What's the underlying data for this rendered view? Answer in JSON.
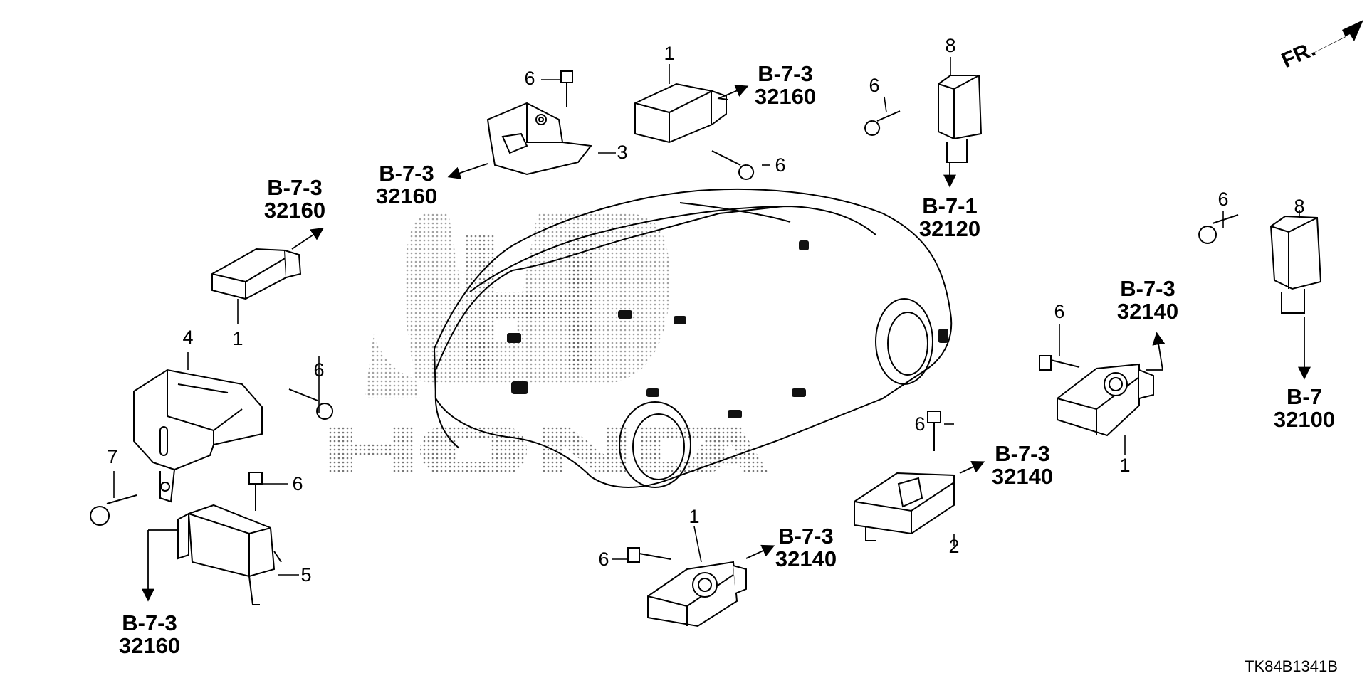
{
  "diagram": {
    "code": "TK84B1341B",
    "direction_label": "FR.",
    "watermark": "HONDA",
    "callouts": [
      {
        "ref": "B-7-3",
        "part": "32160"
      },
      {
        "ref": "B-7-3",
        "part": "32160"
      },
      {
        "ref": "B-7-3",
        "part": "32160"
      },
      {
        "ref": "B-7-3",
        "part": "32160"
      },
      {
        "ref": "B-7-1",
        "part": "32120"
      },
      {
        "ref": "B-7-3",
        "part": "32140"
      },
      {
        "ref": "B-7",
        "part": "32100"
      },
      {
        "ref": "B-7-3",
        "part": "32140"
      },
      {
        "ref": "B-7-3",
        "part": "32140"
      }
    ],
    "part_numbers": [
      "1",
      "6",
      "3",
      "8",
      "6",
      "6",
      "1",
      "6",
      "4",
      "7",
      "6",
      "5",
      "6",
      "8",
      "6",
      "1",
      "6",
      "2",
      "6",
      "1"
    ]
  }
}
